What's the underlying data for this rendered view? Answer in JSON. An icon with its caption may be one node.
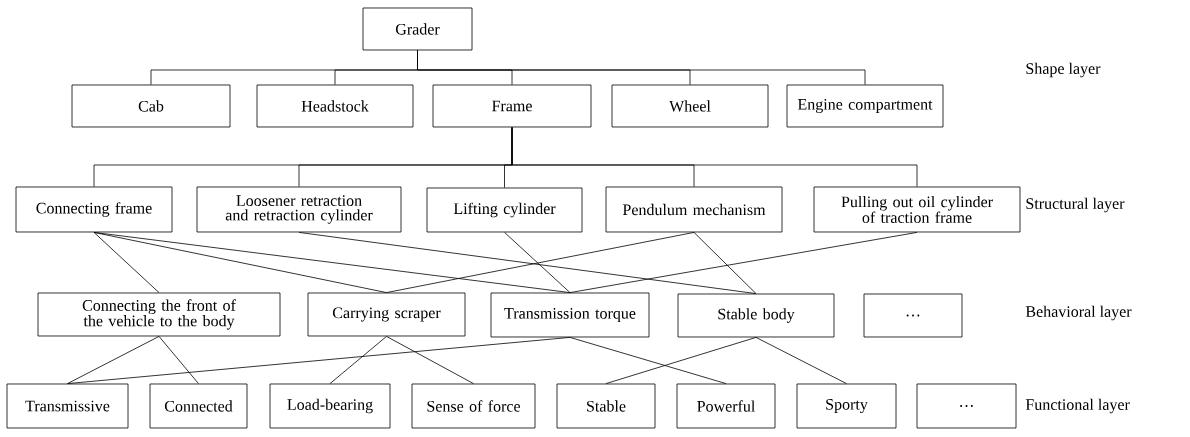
{
  "diagram": {
    "nodes": [
      {
        "text": [
          "Grader"
        ]
      },
      {
        "text": [
          "Cab"
        ]
      },
      {
        "text": [
          "Headstock"
        ]
      },
      {
        "text": [
          "Frame"
        ]
      },
      {
        "text": [
          "Wheel"
        ]
      },
      {
        "text": [
          "Engine compartment"
        ]
      },
      {
        "text": [
          "Connecting frame"
        ]
      },
      {
        "text": [
          "Loosener retraction and retraction cylinder"
        ]
      },
      {
        "text": [
          "Lifting cylinder"
        ]
      },
      {
        "text": [
          "Pendulum mechanism"
        ]
      },
      {
        "text": [
          "Pulling out oil cylinder of traction frame"
        ]
      },
      {
        "text": [
          "Connecting the front of the vehicle to the body"
        ]
      },
      {
        "text": [
          "Carrying scraper"
        ]
      },
      {
        "text": [
          "Transmission torque"
        ]
      },
      {
        "text": [
          "Stable body"
        ]
      },
      {
        "text": [
          "…"
        ]
      },
      {
        "text": [
          "Transmissive"
        ]
      },
      {
        "text": [
          "Connected"
        ]
      },
      {
        "text": [
          "Load-bearing"
        ]
      },
      {
        "text": [
          "Sense of force"
        ]
      },
      {
        "text": [
          "Stable"
        ]
      },
      {
        "text": [
          "Powerful"
        ]
      },
      {
        "text": [
          "Sporty"
        ]
      },
      {
        "text": [
          "…"
        ]
      }
    ],
    "edges": [
      {
        "from": 0,
        "to": 1,
        "arrow": "none"
      },
      {
        "from": 0,
        "to": 2,
        "arrow": "none"
      },
      {
        "from": 0,
        "to": 3,
        "arrow": "none"
      },
      {
        "from": 0,
        "to": 4,
        "arrow": "none"
      },
      {
        "from": 0,
        "to": 5,
        "arrow": "none"
      },
      {
        "from": 3,
        "to": 6,
        "arrow": "none"
      },
      {
        "from": 3,
        "to": 7,
        "arrow": "none"
      },
      {
        "from": 3,
        "to": 8,
        "arrow": "none"
      },
      {
        "from": 3,
        "to": 9,
        "arrow": "none"
      },
      {
        "from": 3,
        "to": 10,
        "arrow": "none"
      },
      {
        "from": 6,
        "to": 11,
        "arrow": "none"
      },
      {
        "from": 6,
        "to": 12,
        "arrow": "none"
      },
      {
        "from": 6,
        "to": 13,
        "arrow": "none"
      },
      {
        "from": 7,
        "to": 14,
        "arrow": "none"
      },
      {
        "from": 8,
        "to": 13,
        "arrow": "none"
      },
      {
        "from": 9,
        "to": 12,
        "arrow": "none"
      },
      {
        "from": 9,
        "to": 14,
        "arrow": "none"
      },
      {
        "from": 10,
        "to": 13,
        "arrow": "none"
      },
      {
        "from": 11,
        "to": 16,
        "arrow": "none"
      },
      {
        "from": 11,
        "to": 17,
        "arrow": "none"
      },
      {
        "from": 13,
        "to": 16,
        "arrow": "none"
      },
      {
        "from": 12,
        "to": 18,
        "arrow": "none"
      },
      {
        "from": 12,
        "to": 19,
        "arrow": "none"
      },
      {
        "from": 13,
        "to": 21,
        "arrow": "none"
      },
      {
        "from": 14,
        "to": 20,
        "arrow": "none"
      },
      {
        "from": 14,
        "to": 22,
        "arrow": "none"
      }
    ],
    "labels": [
      "Shape layer",
      "Structural layer",
      "Behavioral layer",
      "Functional layer"
    ]
  }
}
